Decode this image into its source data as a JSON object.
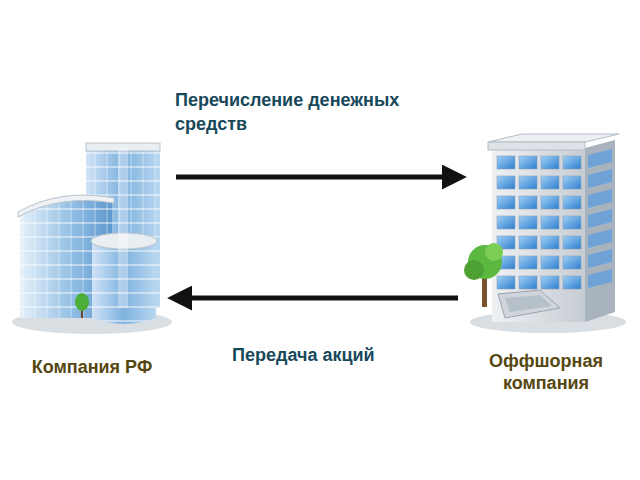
{
  "diagram": {
    "nodes": [
      {
        "text": [
          "Компания РФ"
        ]
      },
      {
        "text": [
          "Оффшорная компания"
        ]
      }
    ],
    "edges": [
      {
        "from": 0,
        "to": 1,
        "arrow": "to",
        "label": "Перечисление денежных средств"
      },
      {
        "from": 1,
        "to": 0,
        "arrow": "to",
        "label": "Передача акций"
      }
    ]
  }
}
